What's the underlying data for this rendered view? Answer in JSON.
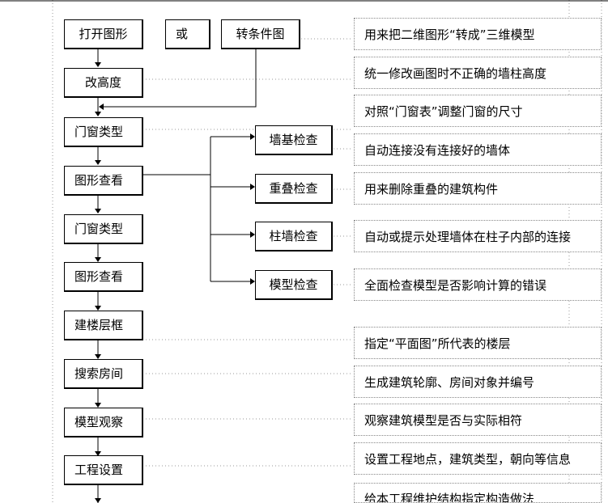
{
  "main_flow": [
    {
      "id": "open",
      "label": "打开图形"
    },
    {
      "id": "change-height",
      "label": "改高度"
    },
    {
      "id": "door-window-type-1",
      "label": "门窗类型"
    },
    {
      "id": "graphic-check-1",
      "label": "图形查看"
    },
    {
      "id": "door-window-type-2",
      "label": "门窗类型"
    },
    {
      "id": "graphic-check-2",
      "label": "图形查看"
    },
    {
      "id": "build-floor-frame",
      "label": "建楼层框"
    },
    {
      "id": "search-rooms",
      "label": "搜索房间"
    },
    {
      "id": "model-observe",
      "label": "模型观察"
    },
    {
      "id": "project-settings",
      "label": "工程设置"
    }
  ],
  "or_label": "或",
  "convert_label": "转条件图",
  "checks": [
    {
      "id": "wall-base-check",
      "label": "墙基检查"
    },
    {
      "id": "overlap-check",
      "label": "重叠检查"
    },
    {
      "id": "column-wall-check",
      "label": "柱墙检查"
    },
    {
      "id": "model-check",
      "label": "模型检查"
    }
  ],
  "notes": [
    "用来把二维图形“转成”三维模型",
    "统一修改画图时不正确的墙柱高度",
    "对照“门窗表”调整门窗的尺寸",
    "自动连接没有连接好的墙体",
    "用来删除重叠的建筑构件",
    "自动或提示处理墙体在柱子内部的连接",
    "全面检查模型是否影响计算的错误",
    "指定“平面图”所代表的楼层",
    "生成建筑轮廓、房间对象并编号",
    "观察建筑模型是否与实际相符",
    "设置工程地点，建筑类型，朝向等信息",
    "给本工程维护结构指定构造做法"
  ]
}
